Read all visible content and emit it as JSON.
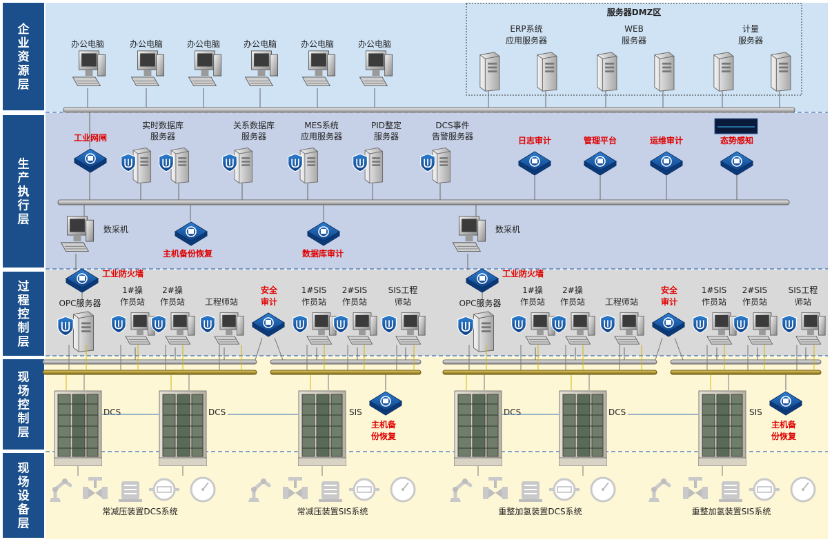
{
  "layers": [
    {
      "name": "企业资源层",
      "chars": [
        "企",
        "业",
        "资",
        "源",
        "层"
      ]
    },
    {
      "name": "生产执行层",
      "chars": [
        "生",
        "产",
        "执",
        "行",
        "层"
      ]
    },
    {
      "name": "过程控制层",
      "chars": [
        "过",
        "程",
        "控",
        "制",
        "层"
      ]
    },
    {
      "name": "现场控制层",
      "chars": [
        "现",
        "场",
        "控",
        "制",
        "层"
      ]
    },
    {
      "name": "现场设备层",
      "chars": [
        "现",
        "场",
        "设",
        "备",
        "层"
      ]
    }
  ],
  "enterprise": {
    "office_pc_label": "办公电脑",
    "dmz_title": "服务器DMZ区",
    "dmz_servers": [
      {
        "line1": "ERP系统",
        "line2": "应用服务器"
      },
      {
        "line1": "WEB",
        "line2": "服务器"
      },
      {
        "line1": "计量",
        "line2": "服务器"
      }
    ]
  },
  "execution": {
    "gateway": "工业网闸",
    "servers": [
      {
        "line1": "实时数据库",
        "line2": "服务器"
      },
      {
        "line1": "关系数据库",
        "line2": "服务器"
      },
      {
        "line1": "MES系统",
        "line2": "应用服务器"
      },
      {
        "line1": "PID整定",
        "line2": "服务器"
      },
      {
        "line1": "DCS事件",
        "line2": "告警服务器"
      }
    ],
    "security": [
      "日志审计",
      "管理平台",
      "运维审计",
      "态势感知"
    ],
    "collector": "数采机",
    "backup": "主机备份恢复",
    "db_audit": "数据库审计",
    "firewall": "工业防火墙"
  },
  "process": {
    "opc": "OPC服务器",
    "op1": {
      "line1": "1#操",
      "line2": "作员站"
    },
    "op2": {
      "line1": "2#操",
      "line2": "作员站"
    },
    "eng": "工程师站",
    "audit": {
      "line1": "安全",
      "line2": "审计"
    },
    "sis1": {
      "line1": "1#SIS",
      "line2": "作员站"
    },
    "sis2": {
      "line1": "2#SIS",
      "line2": "作员站"
    },
    "siseng": {
      "line1": "SIS工程",
      "line2": "师站"
    }
  },
  "field": {
    "dcs": "DCS",
    "sis": "SIS",
    "backup": {
      "line1": "主机备",
      "line2": "份恢复"
    },
    "systems": [
      "常减压装置DCS系统",
      "常减压装置SIS系统",
      "重整加氢装置DCS系统",
      "重整加氢装置SIS系统"
    ]
  },
  "colors": {
    "sidebar": "#1b4f8c",
    "enterprise_bg": "#cfe3f5",
    "execution_bg": "#c6d0e6",
    "process_bg": "#d9d9d9",
    "field_bg": "#fdf7d6",
    "alert": "#e00000"
  }
}
